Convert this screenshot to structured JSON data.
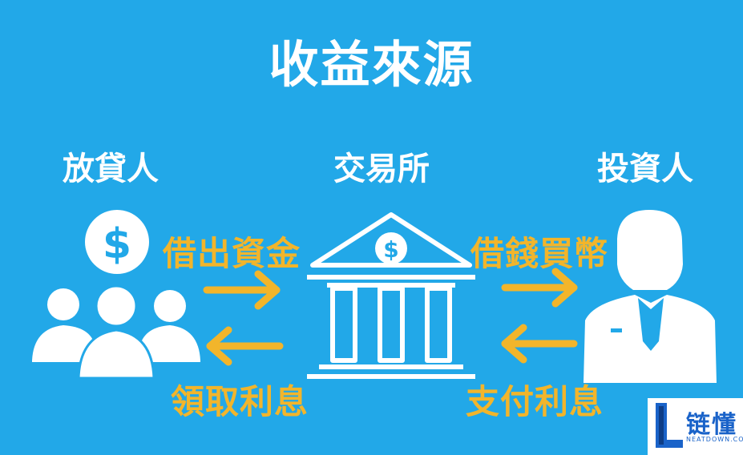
{
  "title": "收益來源",
  "roles": {
    "lender": "放貸人",
    "exchange": "交易所",
    "investor": "投資人"
  },
  "flows": {
    "lend_funds": "借出資金",
    "receive_interest": "領取利息",
    "borrow_to_buy": "借錢買幣",
    "pay_interest": "支付利息"
  },
  "icons": {
    "coin": "dollar-coin-icon",
    "people": "people-group-icon",
    "bank": "bank-building-icon",
    "investor": "businessman-icon",
    "arrow_right": "arrow-right-icon",
    "arrow_left": "arrow-left-icon"
  },
  "watermark": {
    "brand_cn": "链懂",
    "brand_en": "NEATDOWN.COM"
  },
  "colors": {
    "background": "#22a8e8",
    "accent": "#f2b52b",
    "white": "#ffffff",
    "logo_blue": "#1a63c9"
  }
}
